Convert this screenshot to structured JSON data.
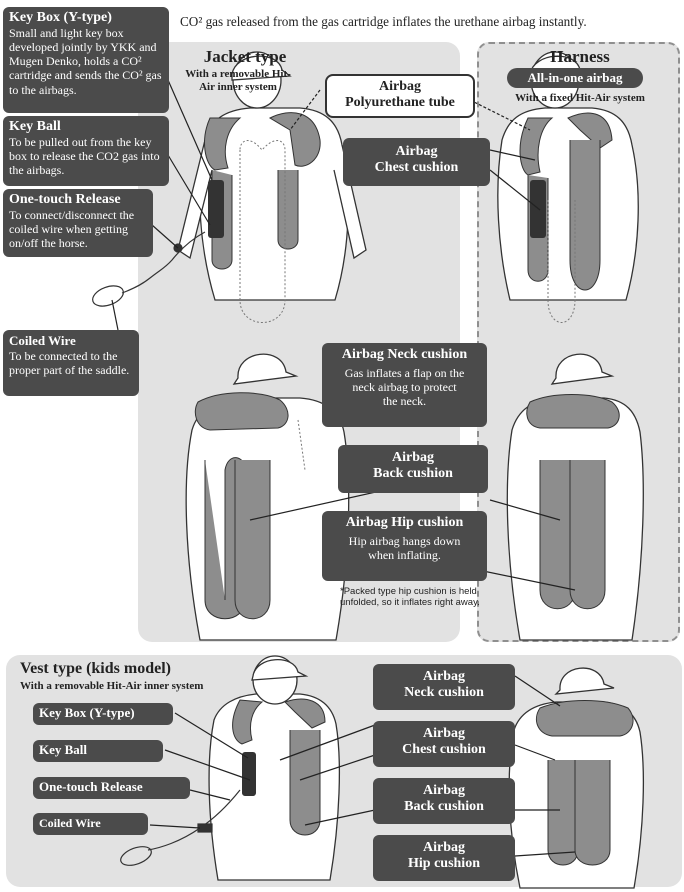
{
  "intro": "CO² gas released from the gas cartridge inflates the urethane airbag instantly.",
  "jacket": {
    "title": "Jacket type",
    "subtitle": "With a removable Hit-Air inner system"
  },
  "harness": {
    "title": "Harness",
    "badge": "All-in-one airbag",
    "subtitle": "With a fixed Hit-Air system"
  },
  "tube": {
    "line1": "Airbag",
    "line2": "Polyurethane tube"
  },
  "chest": {
    "line1": "Airbag",
    "line2": "Chest cushion"
  },
  "left_callouts": [
    {
      "title": "Key Box (Y-type)",
      "text": "Small and light key box developed jointly by YKK and Mugen Denko, holds a CO² cartridge and sends the CO² gas to the airbags."
    },
    {
      "title": "Key Ball",
      "text": "To be pulled out from the key box to release the CO2 gas into the airbags."
    },
    {
      "title": "One-touch Release",
      "text": "To connect/disconnect the coiled wire when getting on/off the horse."
    },
    {
      "title": "Coiled Wire",
      "text": "To be connected to the proper part of the saddle."
    }
  ],
  "neck": {
    "title": "Airbag Neck cushion",
    "text": "Gas inflates a flap on the neck airbag to protect the neck."
  },
  "back": {
    "line1": "Airbag",
    "line2": "Back cushion"
  },
  "hip": {
    "title": "Airbag Hip cushion",
    "text": "Hip airbag hangs down when inflating."
  },
  "packed_note": "*Packed type hip cushion is held unfolded, so it inflates right away.",
  "vest": {
    "title": "Vest type (kids model)",
    "subtitle": "With a removable Hit-Air inner system",
    "left_labels": [
      "Key Box (Y-type)",
      "Key Ball",
      "One-touch Release",
      "Coiled Wire"
    ],
    "right_labels": [
      {
        "line1": "Airbag",
        "line2": "Neck cushion"
      },
      {
        "line1": "Airbag",
        "line2": "Chest cushion"
      },
      {
        "line1": "Airbag",
        "line2": "Back cushion"
      },
      {
        "line1": "Airbag",
        "line2": "Hip cushion"
      }
    ]
  }
}
